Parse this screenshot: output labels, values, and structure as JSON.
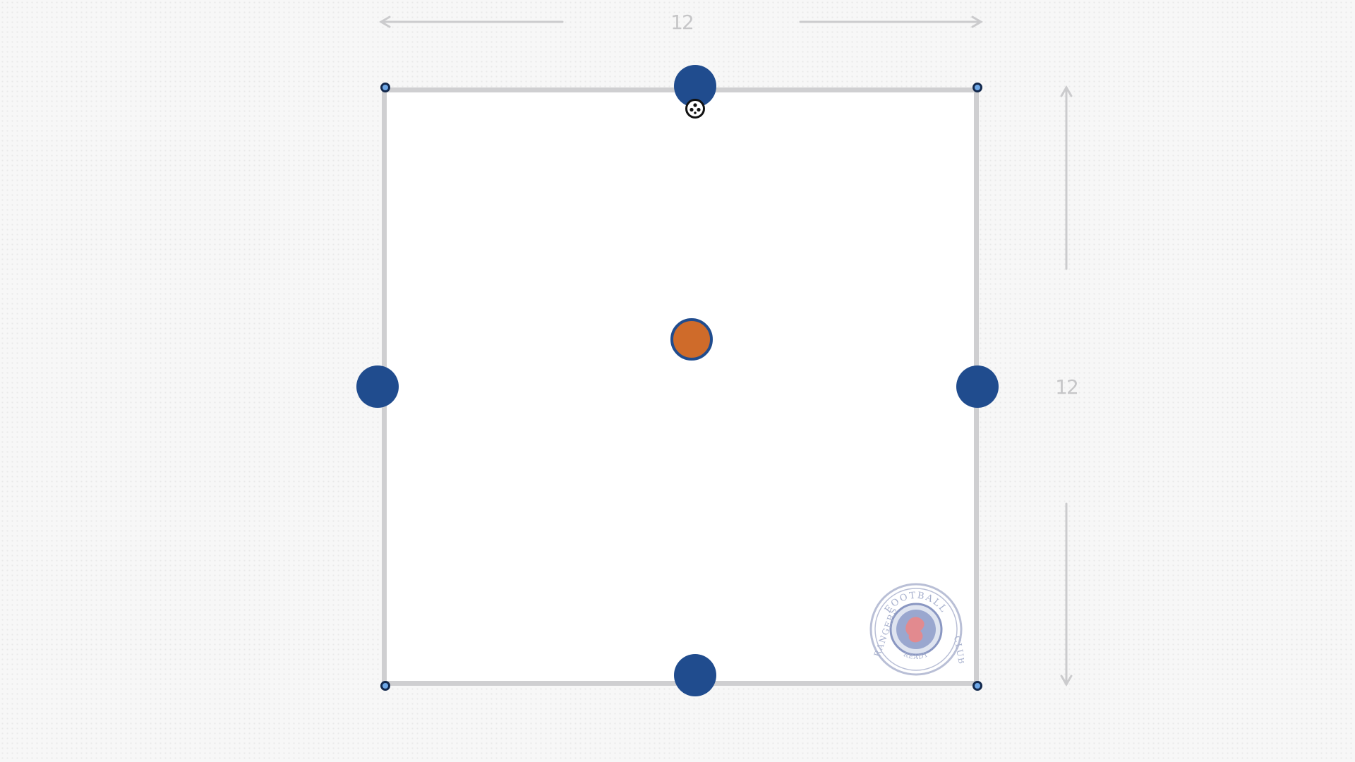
{
  "diagram": {
    "width_dimension": "12",
    "height_dimension": "12",
    "colors": {
      "pitch_line": "#cfcfd1",
      "player": "#204c8e",
      "opponent": "#cf6b2a",
      "corner_marker": "#6ea7e6",
      "dimension": "#c6c6c8"
    },
    "players": [
      {
        "role": "server",
        "team": "blue",
        "has_ball": true
      },
      {
        "role": "defender",
        "team": "orange",
        "has_ball": false
      },
      {
        "role": "left",
        "team": "blue",
        "has_ball": false
      },
      {
        "role": "right",
        "team": "blue",
        "has_ball": false
      },
      {
        "role": "bottom",
        "team": "blue",
        "has_ball": false
      }
    ],
    "ball_icon": "football-icon",
    "crest": {
      "icon": "club-crest-icon",
      "ring_text_top": "FOOTBALL",
      "ring_text_left": "RANGERS",
      "ring_text_right": "CLUB",
      "ring_text_bottom": "READY"
    }
  }
}
